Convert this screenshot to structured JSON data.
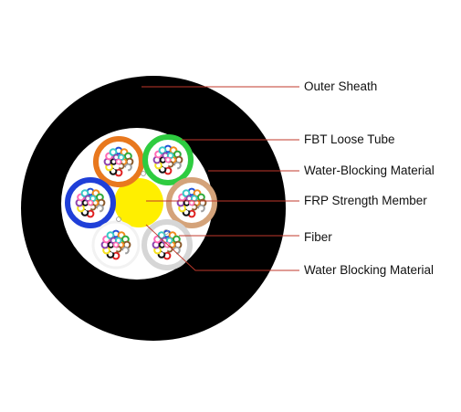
{
  "labels": {
    "outer_sheath": "Outer Sheath",
    "fbt_loose_tube": "FBT Loose Tube",
    "water_blocking_material_1": "Water-Blocking Material",
    "frp_strength_member": "FRP Strength Member",
    "fiber": "Fiber",
    "water_blocking_material_2": "Water Blocking Material"
  },
  "colors": {
    "sheath": "#000000",
    "core_fill": "#ffffff",
    "frp": "#ffef00",
    "leader_line": "#c0392b",
    "tube_orange": "#e8781e",
    "tube_green": "#2ecc40",
    "tube_tan": "#d4a37a",
    "tube_blue": "#1f3fd8",
    "tube_white": "#f2f2f2",
    "tube_gray": "#d6d6d6"
  },
  "fiber_colors": [
    "#1f4fd8",
    "#f08a1c",
    "#2eaa3a",
    "#8b5a2b",
    "#9e9e9e",
    "#ffffff",
    "#e02020",
    "#111111",
    "#f5e11a",
    "#8e44ad",
    "#ff69b4",
    "#37c8c8"
  ]
}
